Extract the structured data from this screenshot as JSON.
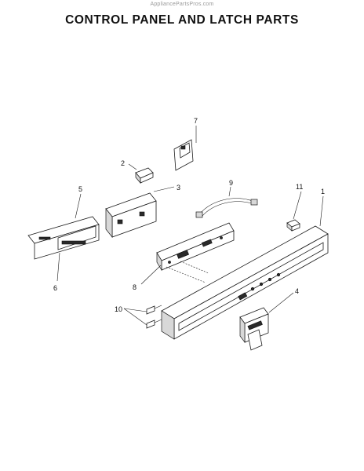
{
  "watermark": "AppliancePartsPros.com",
  "title": "CONTROL PANEL AND LATCH PARTS",
  "callouts": {
    "c1": "1",
    "c2": "2",
    "c3": "3",
    "c4": "4",
    "c5": "5",
    "c6": "6",
    "c7": "7",
    "c8": "8",
    "c9": "9",
    "c10": "10",
    "c11": "11"
  }
}
